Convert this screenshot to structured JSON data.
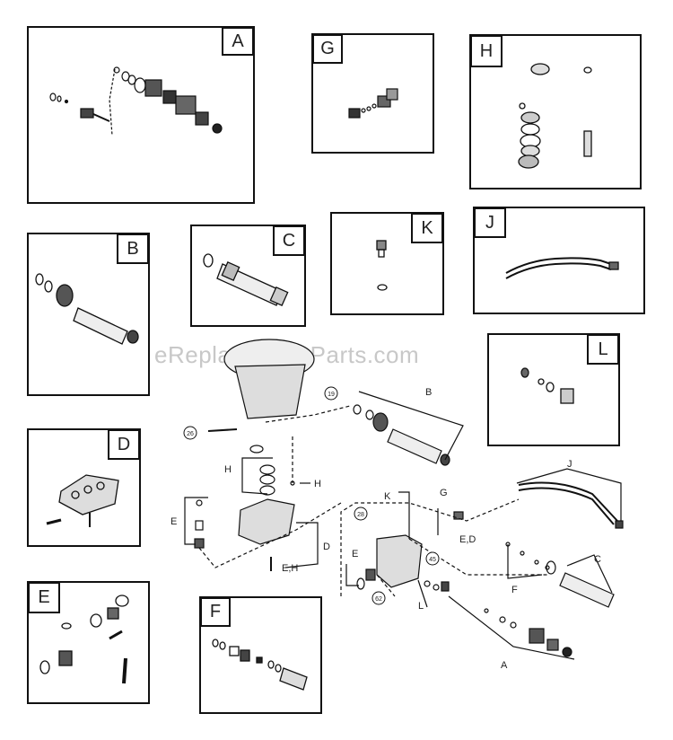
{
  "watermark": "eReplacementParts.com",
  "panels": {
    "A": "A",
    "G": "G",
    "H": "H",
    "B": "B",
    "C": "C",
    "K": "K",
    "J": "J",
    "L": "L",
    "D": "D",
    "E": "E",
    "F": "F"
  },
  "callouts": {
    "c19": "19",
    "c26": "26",
    "c28": "28",
    "c45": "45",
    "c62": "62"
  },
  "main_labels": {
    "B": "B",
    "H1": "H",
    "H2": "H",
    "E": "E",
    "D": "D",
    "EH": "E,H",
    "J": "J",
    "K": "K",
    "G": "G",
    "ED": "E,D",
    "C": "C",
    "F": "F",
    "E2": "E",
    "L": "L",
    "A": "A"
  }
}
